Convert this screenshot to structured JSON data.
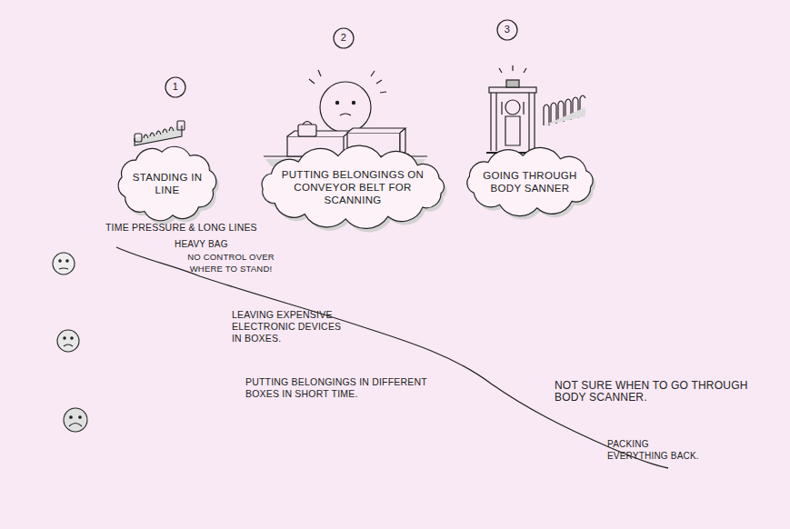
{
  "diagram": {
    "nodes": [
      {
        "text": [
          "STANDING IN LINE"
        ]
      },
      {
        "text": [
          "PUTTING BELONGINGS ON CONVEYOR BELT FOR SCANNING"
        ]
      },
      {
        "text": [
          "GOING THROUGH BODY SANNER"
        ]
      }
    ],
    "labels": [
      "1",
      "2",
      "3",
      "TIME PRESSURE & LONG LINES",
      "HEAVY BAG",
      "NO CONTROL OVER WHERE TO STAND!",
      "LEAVING EXPENSIVE ELECTRONIC DEVICES IN BOXES.",
      "PUTTING BELONGINGS IN DIFFERENT BOXES IN SHORT TIME.",
      "NOT SURE WHEN TO GO THROUGH BODY SCANNER.",
      "PACKING EVERYTHING BACK."
    ]
  }
}
